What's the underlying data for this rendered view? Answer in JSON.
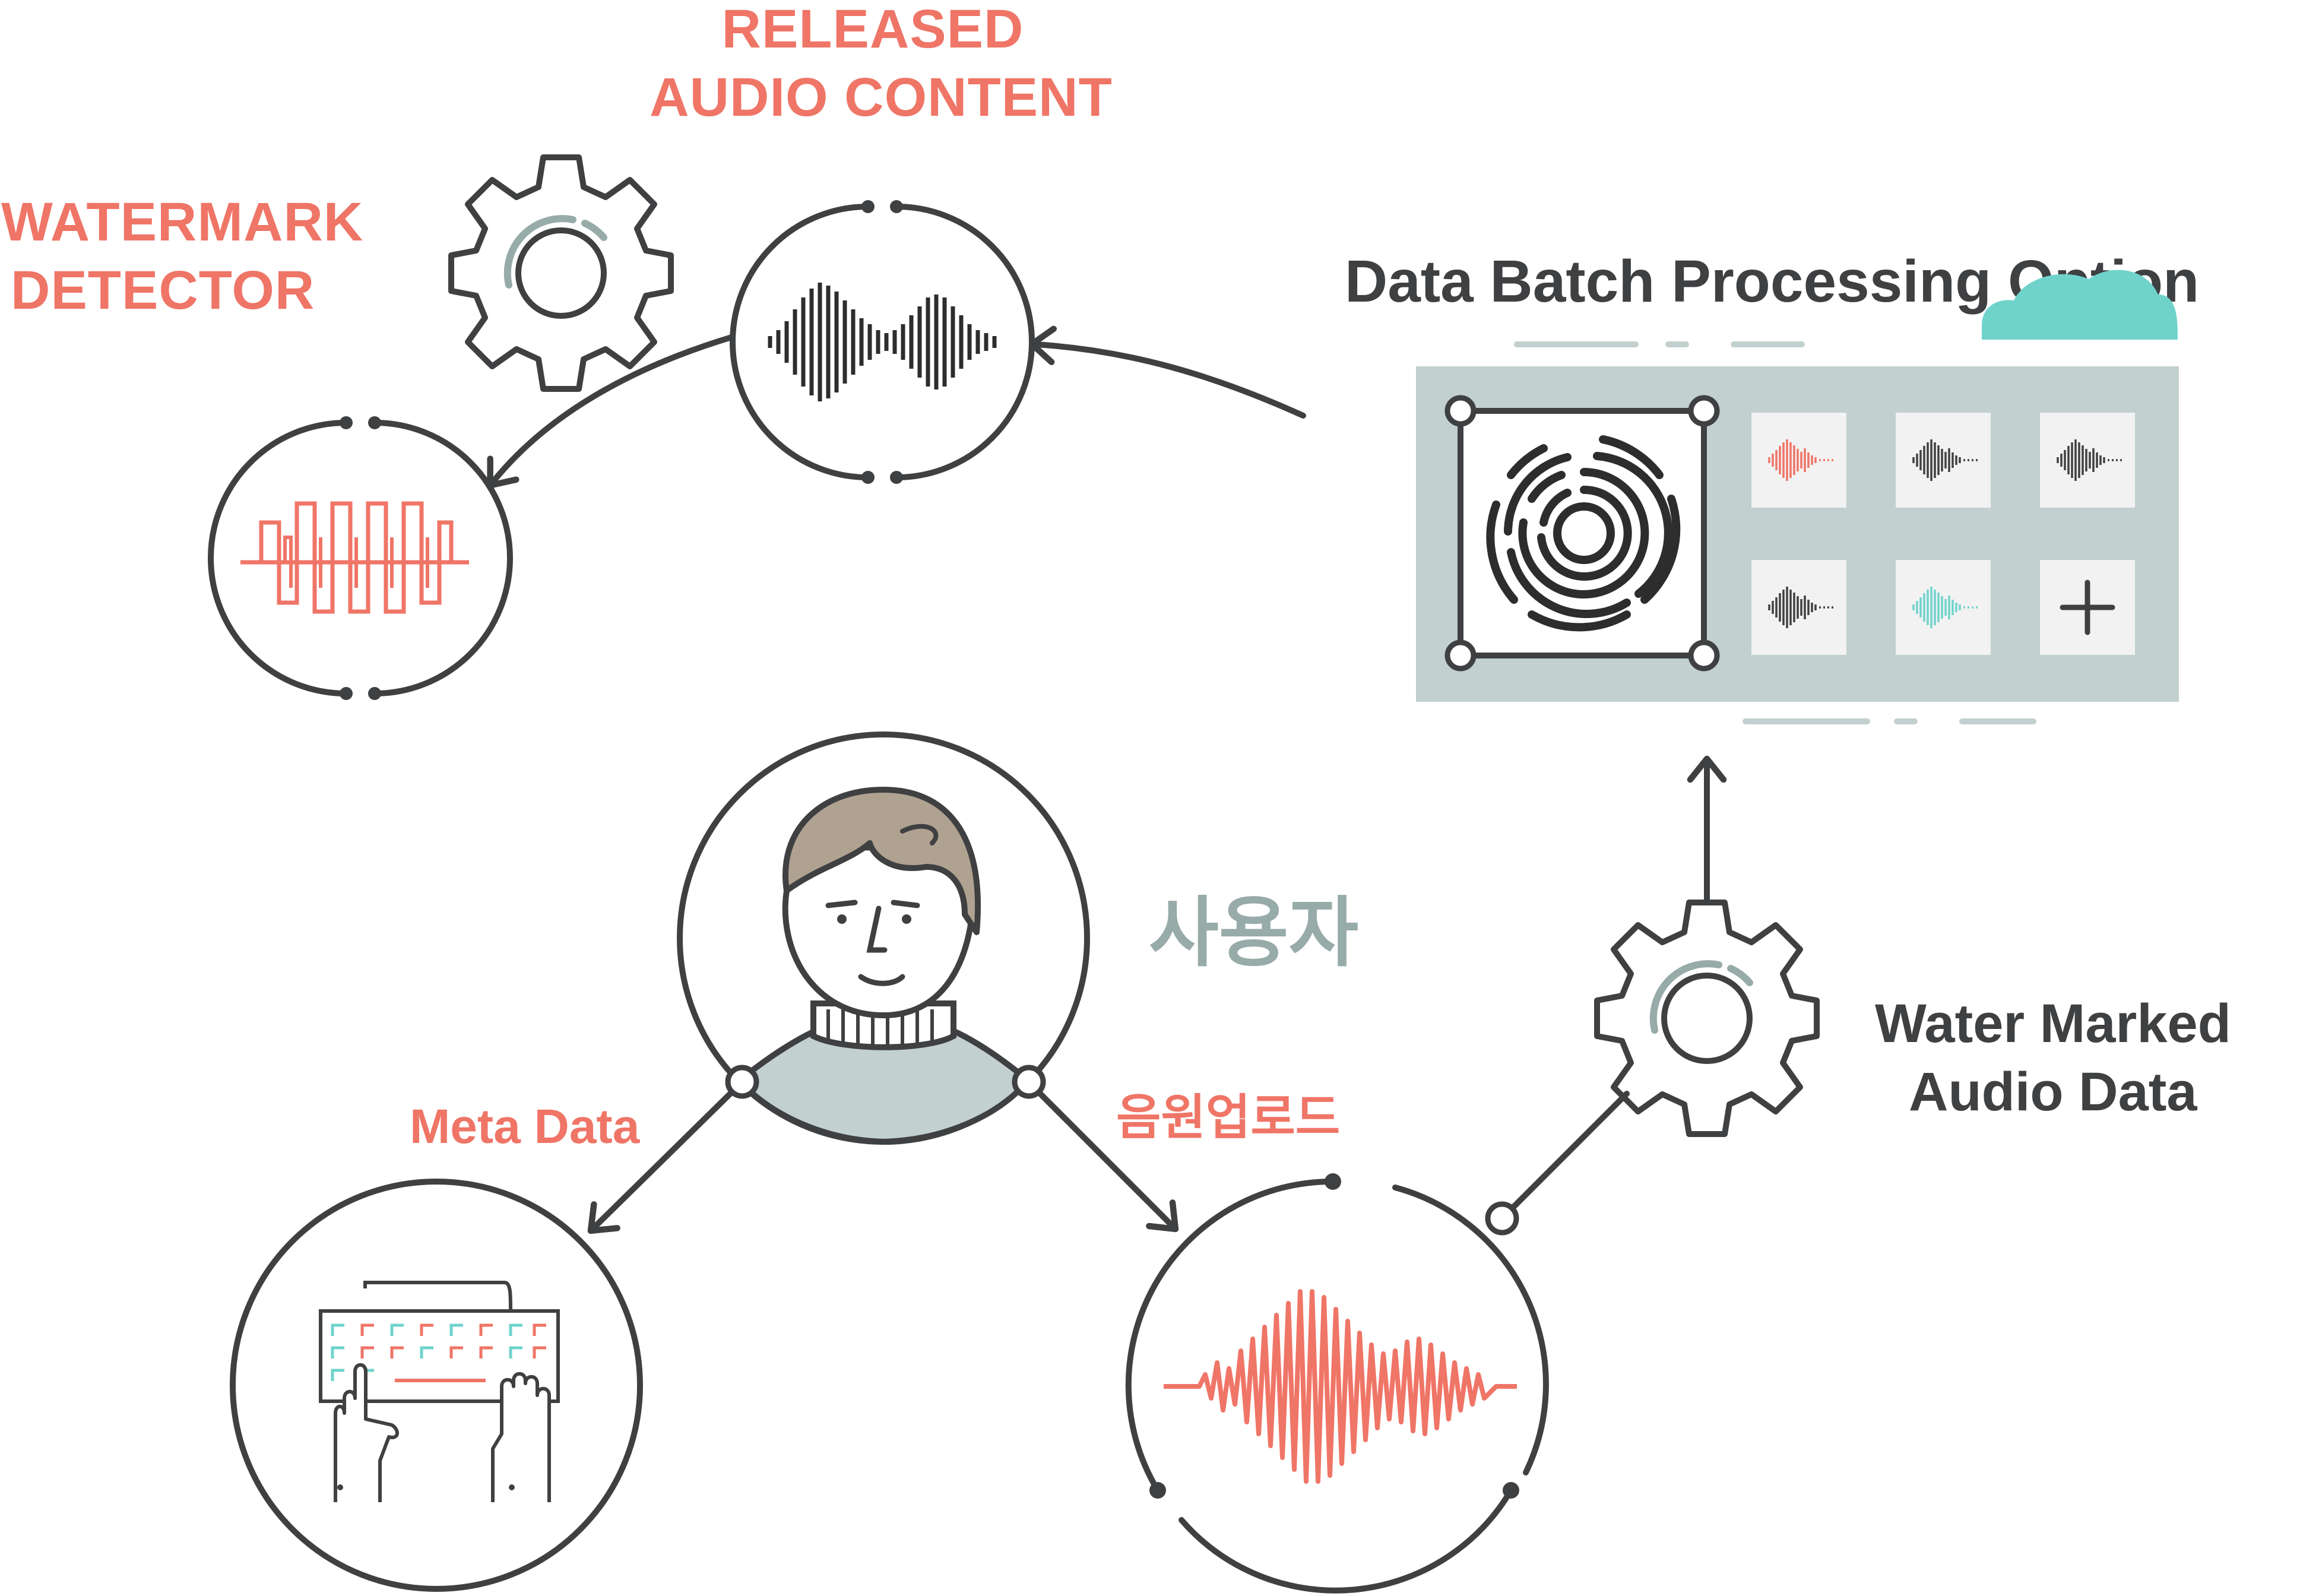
{
  "labels": {
    "released": [
      "RELEASED",
      "AUDIO CONTENT"
    ],
    "watermark_detector": [
      "WATERMARK",
      "DETECTOR"
    ],
    "batch_title": "Data Batch Processing Option",
    "user": "사용자",
    "meta_data": "Meta Data",
    "upload": "음원업로드",
    "water_marked": [
      "Water Marked",
      "Audio Data"
    ]
  },
  "batch_panel": {
    "tiles": [
      {
        "icon": "waveform-icon",
        "color": "#ef7567"
      },
      {
        "icon": "waveform-icon",
        "color": "#3f4042"
      },
      {
        "icon": "waveform-icon",
        "color": "#3f4042"
      },
      {
        "icon": "waveform-icon",
        "color": "#3f4042"
      },
      {
        "icon": "waveform-icon",
        "color": "#6fd3cc"
      },
      {
        "icon": "plus-icon",
        "color": "#3f4042"
      }
    ]
  },
  "colors": {
    "accent_red": "#ef7567",
    "teal": "#6fd3cc",
    "dark": "#3f4042",
    "panel_grey": "#c2d0cf",
    "hair": "#b0a291",
    "sweater": "#c2d0cf"
  }
}
